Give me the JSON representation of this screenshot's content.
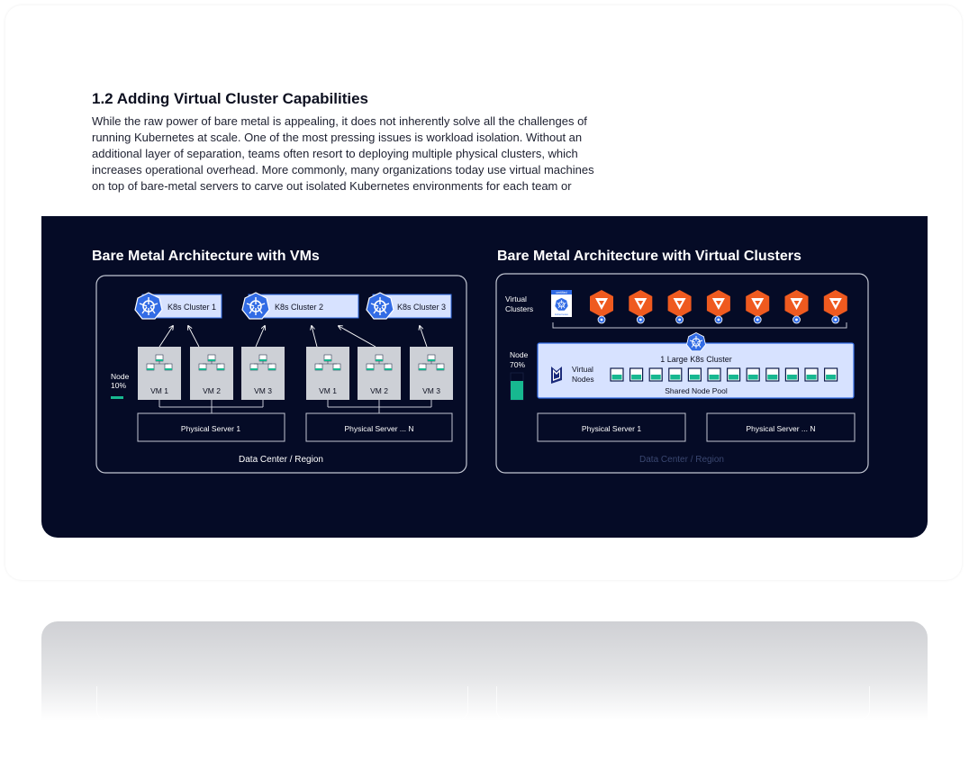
{
  "section": {
    "title": "1.2 Adding Virtual Cluster Capabilities",
    "paragraph": "While the raw power of bare metal is appealing, it does not inherently solve all the challenges of running Kubernetes at scale. One of the most pressing issues is workload isolation. Without an additional layer of separation, teams often resort to deploying multiple physical clusters, which increases operational overhead. More commonly, many organizations today use virtual machines on top of bare-metal servers to carve out isolated Kubernetes environments for each team or"
  },
  "left": {
    "title": "Bare Metal Architecture with VMs",
    "clusters": [
      "K8s Cluster 1",
      "K8s Cluster 2",
      "K8s Cluster 3"
    ],
    "vms": [
      "VM 1",
      "VM 2",
      "VM 3",
      "VM 1",
      "VM 2",
      "VM 3"
    ],
    "servers": [
      "Physical Server 1",
      "Physical Server ... N"
    ],
    "node_label": "Node",
    "node_pct": "10%",
    "node_value": 0.1,
    "footer": "Data Center / Region"
  },
  "right": {
    "title": "Bare Metal Architecture with Virtual Clusters",
    "vc_label_1": "Virtual",
    "vc_label_2": "Clusters",
    "certified_label": "certified",
    "certified_sub": "kubernetes",
    "virtual_cluster_count": 7,
    "node_label": "Node",
    "node_pct": "70%",
    "node_value": 0.7,
    "large_cluster": "1 Large K8s Cluster",
    "vn_label_1": "Virtual",
    "vn_label_2": "Nodes",
    "virtual_node_count": 12,
    "pool_label": "Shared Node Pool",
    "servers": [
      "Physical Server 1",
      "Physical Server ... N"
    ],
    "footer": "Data Center / Region"
  },
  "colors": {
    "panel_bg": "#050b26",
    "k8s_blue": "#326ce5",
    "cluster_fill": "#d7e2ff",
    "vcluster_orange": "#ef5a1f",
    "node_green": "#17b890",
    "vm_gray": "#cdd0d6"
  }
}
